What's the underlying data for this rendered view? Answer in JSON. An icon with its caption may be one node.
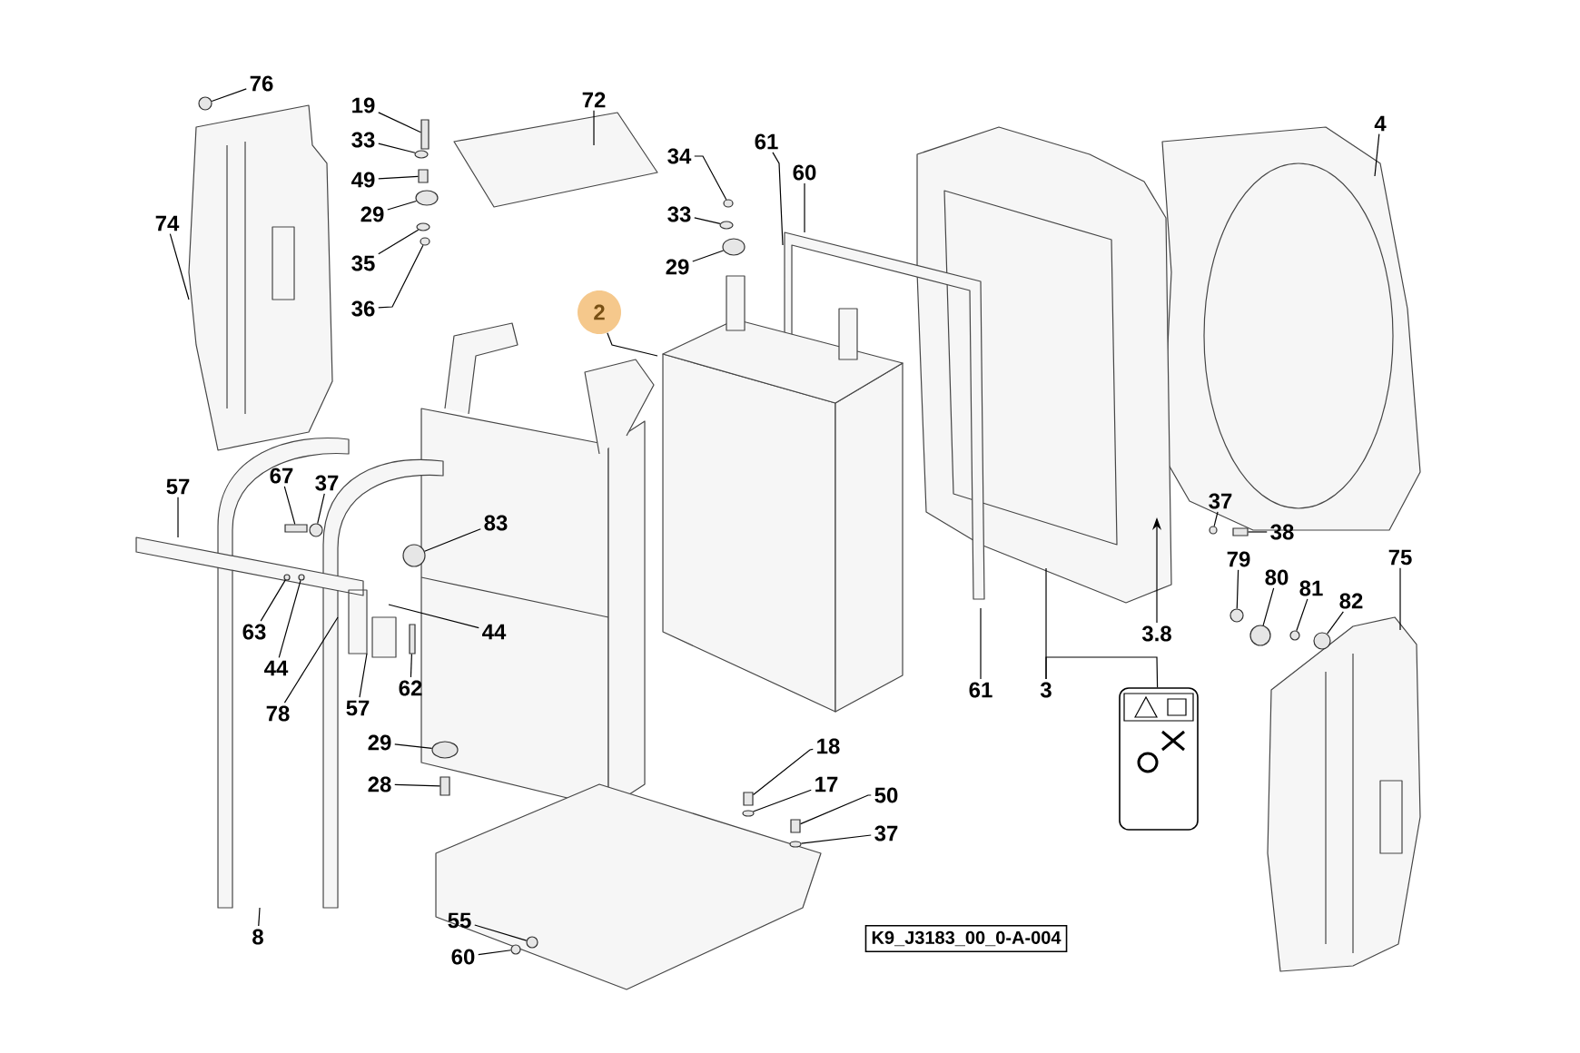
{
  "diagram": {
    "nodes": [
      {
        "text": [
          "76"
        ]
      },
      {
        "text": [
          "74"
        ]
      },
      {
        "text": [
          "19"
        ]
      },
      {
        "text": [
          "33"
        ]
      },
      {
        "text": [
          "49"
        ]
      },
      {
        "text": [
          "29"
        ]
      },
      {
        "text": [
          "35"
        ]
      },
      {
        "text": [
          "36"
        ]
      },
      {
        "text": [
          "72"
        ]
      },
      {
        "text": [
          "2"
        ]
      },
      {
        "text": [
          "34"
        ]
      },
      {
        "text": [
          "33"
        ]
      },
      {
        "text": [
          "29"
        ]
      },
      {
        "text": [
          "61"
        ]
      },
      {
        "text": [
          "60"
        ]
      },
      {
        "text": [
          "4"
        ]
      },
      {
        "text": [
          "57"
        ]
      },
      {
        "text": [
          "67"
        ]
      },
      {
        "text": [
          "37"
        ]
      },
      {
        "text": [
          "83"
        ]
      },
      {
        "text": [
          "63"
        ]
      },
      {
        "text": [
          "44"
        ]
      },
      {
        "text": [
          "78"
        ]
      },
      {
        "text": [
          "57"
        ]
      },
      {
        "text": [
          "62"
        ]
      },
      {
        "text": [
          "44"
        ]
      },
      {
        "text": [
          "29"
        ]
      },
      {
        "text": [
          "28"
        ]
      },
      {
        "text": [
          "8"
        ]
      },
      {
        "text": [
          "55"
        ]
      },
      {
        "text": [
          "60"
        ]
      },
      {
        "text": [
          "18"
        ]
      },
      {
        "text": [
          "17"
        ]
      },
      {
        "text": [
          "50"
        ]
      },
      {
        "text": [
          "37"
        ]
      },
      {
        "text": [
          "61"
        ]
      },
      {
        "text": [
          "3"
        ]
      },
      {
        "text": [
          "3.8"
        ]
      },
      {
        "text": [],
        "shape": "picture"
      },
      {
        "text": [
          "37"
        ]
      },
      {
        "text": [
          "38"
        ]
      },
      {
        "text": [
          "79"
        ]
      },
      {
        "text": [
          "80"
        ]
      },
      {
        "text": [
          "81"
        ]
      },
      {
        "text": [
          "82"
        ]
      },
      {
        "text": [
          "75"
        ]
      },
      {
        "text": [],
        "shape": "circle"
      },
      {
        "text": [],
        "shape": "box"
      },
      {
        "text": [],
        "shape": "circle"
      },
      {
        "text": [],
        "shape": "box"
      },
      {
        "text": [],
        "shape": "circle"
      },
      {
        "text": [],
        "shape": "circle"
      },
      {
        "text": [],
        "shape": "circle"
      },
      {
        "text": [],
        "shape": "circle"
      },
      {
        "text": [],
        "shape": "circle"
      },
      {
        "text": [],
        "shape": "circle"
      },
      {
        "text": [],
        "shape": "box"
      },
      {
        "text": [],
        "shape": "circle"
      },
      {
        "text": [],
        "shape": "circle"
      },
      {
        "text": [],
        "shape": "circle"
      },
      {
        "text": [],
        "shape": "circle"
      },
      {
        "text": [],
        "shape": "box"
      },
      {
        "text": [],
        "shape": "circle"
      },
      {
        "text": [],
        "shape": "box"
      },
      {
        "text": [],
        "shape": "circle"
      },
      {
        "text": [],
        "shape": "circle"
      },
      {
        "text": [],
        "shape": "box"
      },
      {
        "text": [],
        "shape": "circle"
      },
      {
        "text": [],
        "shape": "box"
      },
      {
        "text": [],
        "shape": "circle"
      },
      {
        "text": [],
        "shape": "circle"
      },
      {
        "text": [],
        "shape": "box"
      },
      {
        "text": [],
        "shape": "circle"
      },
      {
        "text": [],
        "shape": "circle"
      },
      {
        "text": [],
        "shape": "circle"
      },
      {
        "text": [],
        "shape": "circle"
      }
    ],
    "edges": [
      {
        "from": 0,
        "to": 46,
        "arrow": "none"
      },
      {
        "from": 1,
        "to": null,
        "arrow": "none"
      },
      {
        "from": 2,
        "to": 47,
        "arrow": "none"
      },
      {
        "from": 3,
        "to": 48,
        "arrow": "none"
      },
      {
        "from": 4,
        "to": 49,
        "arrow": "none"
      },
      {
        "from": 5,
        "to": 50,
        "arrow": "none"
      },
      {
        "from": 6,
        "to": 51,
        "arrow": "none"
      },
      {
        "from": 7,
        "to": 52,
        "arrow": "none"
      },
      {
        "from": 8,
        "to": null,
        "arrow": "none"
      },
      {
        "from": 9,
        "to": null,
        "arrow": "none"
      },
      {
        "from": 10,
        "to": 53,
        "arrow": "none"
      },
      {
        "from": 11,
        "to": 54,
        "arrow": "none"
      },
      {
        "from": 12,
        "to": 55,
        "arrow": "none"
      },
      {
        "from": 13,
        "to": null,
        "arrow": "none"
      },
      {
        "from": 14,
        "to": null,
        "arrow": "none"
      },
      {
        "from": 15,
        "to": null,
        "arrow": "none"
      },
      {
        "from": 16,
        "to": null,
        "arrow": "none"
      },
      {
        "from": 17,
        "to": 56,
        "arrow": "none"
      },
      {
        "from": 18,
        "to": 57,
        "arrow": "none"
      },
      {
        "from": 19,
        "to": 58,
        "arrow": "none"
      },
      {
        "from": 20,
        "to": 59,
        "arrow": "none"
      },
      {
        "from": 21,
        "to": 60,
        "arrow": "none"
      },
      {
        "from": 22,
        "to": null,
        "arrow": "none"
      },
      {
        "from": 23,
        "to": null,
        "arrow": "none"
      },
      {
        "from": 24,
        "to": 61,
        "arrow": "none"
      },
      {
        "from": 25,
        "to": null,
        "arrow": "none"
      },
      {
        "from": 26,
        "to": 62,
        "arrow": "none"
      },
      {
        "from": 27,
        "to": 63,
        "arrow": "none"
      },
      {
        "from": 28,
        "to": null,
        "arrow": "none"
      },
      {
        "from": 29,
        "to": 64,
        "arrow": "none"
      },
      {
        "from": 30,
        "to": 65,
        "arrow": "none"
      },
      {
        "from": 31,
        "to": 66,
        "arrow": "none"
      },
      {
        "from": 32,
        "to": 67,
        "arrow": "none"
      },
      {
        "from": 33,
        "to": 68,
        "arrow": "none"
      },
      {
        "from": 34,
        "to": 69,
        "arrow": "none"
      },
      {
        "from": 35,
        "to": null,
        "arrow": "none"
      },
      {
        "from": 36,
        "to": null,
        "arrow": "none"
      },
      {
        "from": 36,
        "to": 38,
        "arrow": "none"
      },
      {
        "from": 37,
        "to": null,
        "arrow": "to"
      },
      {
        "from": 39,
        "to": 70,
        "arrow": "none"
      },
      {
        "from": 40,
        "to": 71,
        "arrow": "none"
      },
      {
        "from": 41,
        "to": 72,
        "arrow": "none"
      },
      {
        "from": 42,
        "to": 73,
        "arrow": "none"
      },
      {
        "from": 43,
        "to": 74,
        "arrow": "none"
      },
      {
        "from": 44,
        "to": 75,
        "arrow": "none"
      },
      {
        "from": 45,
        "to": null,
        "arrow": "none"
      }
    ],
    "labels": [
      "K9_J3183_00_0-A-004"
    ]
  }
}
